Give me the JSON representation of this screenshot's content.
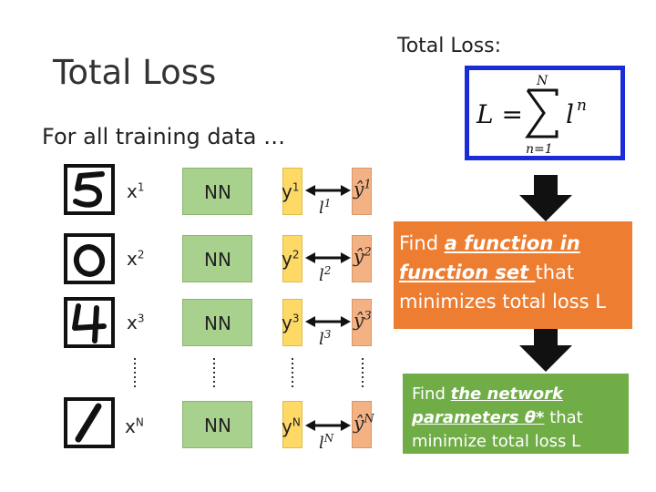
{
  "slide": {
    "title": "Total Loss",
    "subtitle": "For all training data …",
    "total_loss_label": "Total Loss:"
  },
  "formula": {
    "lhs": "L =",
    "sum_top": "N",
    "sum_bottom": "n=1",
    "term": "l",
    "term_sup": "n"
  },
  "rows": [
    {
      "digit": "5",
      "x": "x",
      "x_sup": "1",
      "nn": "NN",
      "y": "y",
      "y_sup": "1",
      "yhat_sup": "1",
      "loss_sup": "1"
    },
    {
      "digit": "0",
      "x": "x",
      "x_sup": "2",
      "nn": "NN",
      "y": "y",
      "y_sup": "2",
      "yhat_sup": "2",
      "loss_sup": "2"
    },
    {
      "digit": "4",
      "x": "x",
      "x_sup": "3",
      "nn": "NN",
      "y": "y",
      "y_sup": "3",
      "yhat_sup": "3",
      "loss_sup": "3"
    },
    {
      "digit": "1",
      "x": "x",
      "x_sup": "N",
      "nn": "NN",
      "y": "y",
      "y_sup": "N",
      "yhat_sup": "N",
      "loss_sup": "N"
    }
  ],
  "loss_symbol": "l",
  "yhat_symbol": "ŷ",
  "orange_box": {
    "text_a": "Find ",
    "emph": "a function in function set ",
    "text_b": "that minimizes total loss L"
  },
  "green_box": {
    "text_a": "Find ",
    "emph": "the network parameters θ*",
    "text_b": " that minimize total loss L"
  },
  "colors": {
    "nn_green": "#a9d18e",
    "y_yellow": "#ffd966",
    "yhat_orange": "#f4b183",
    "formula_border": "#1a2bd8",
    "orange_box": "#ed7d31",
    "green_box": "#70ad47"
  }
}
